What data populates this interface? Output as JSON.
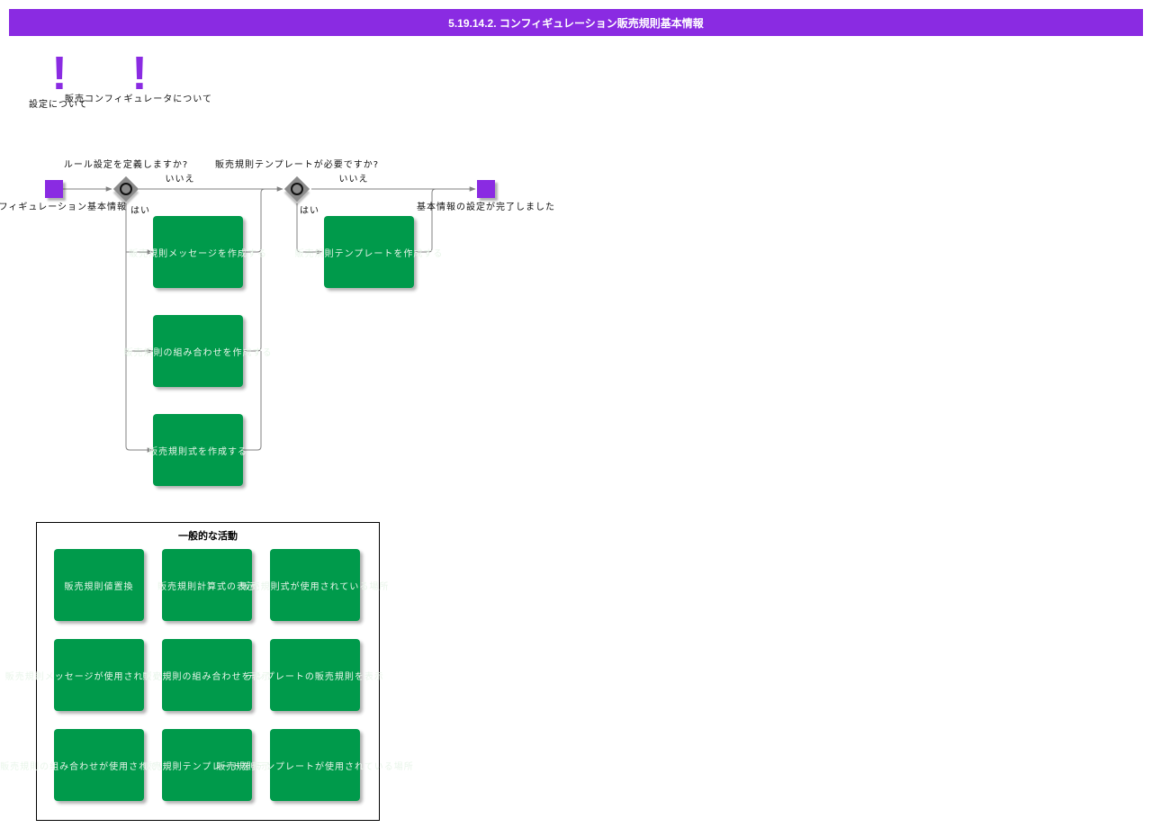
{
  "header": {
    "title": "5.19.14.2. コンフィギュレーション販売規則基本情報"
  },
  "notes": [
    {
      "icon": "exclamation-icon",
      "label": "設定について"
    },
    {
      "icon": "exclamation-icon",
      "label": "販売コンフィギュレータについて"
    }
  ],
  "flow": {
    "start_label": "コンフィギュレーション基本情報",
    "end_label": "基本情報の設定が完了しました",
    "gateway1": {
      "question": "ルール設定を定義しますか?",
      "no": "いいえ",
      "yes": "はい"
    },
    "gateway2": {
      "question": "販売規則テンプレートが必要ですか?",
      "no": "いいえ",
      "yes": "はい"
    },
    "tasks": [
      "販売規則メッセージを作成する",
      "販売規則の組み合わせを作成する",
      "販売規則式を作成する",
      "販売規則テンプレートを作成する"
    ]
  },
  "group": {
    "title": "一般的な活動",
    "tasks": [
      "販売規則値置換",
      "販売規則計算式の表示",
      "販売規則式が使用されている場所",
      "販売規則メッセージが使用されている場所",
      "販売規則の組み合わせを表示",
      "テンプレートの販売規則を表示",
      "販売規則の組み合わせが使用されている場所",
      "販売規則テンプレートを表示",
      "販売規則テンプレートが使用されている場所"
    ]
  },
  "colors": {
    "header": "#8a2be2",
    "event": "#8a2be2",
    "task": "#009a4b",
    "gateway": "#8a8a8a"
  }
}
